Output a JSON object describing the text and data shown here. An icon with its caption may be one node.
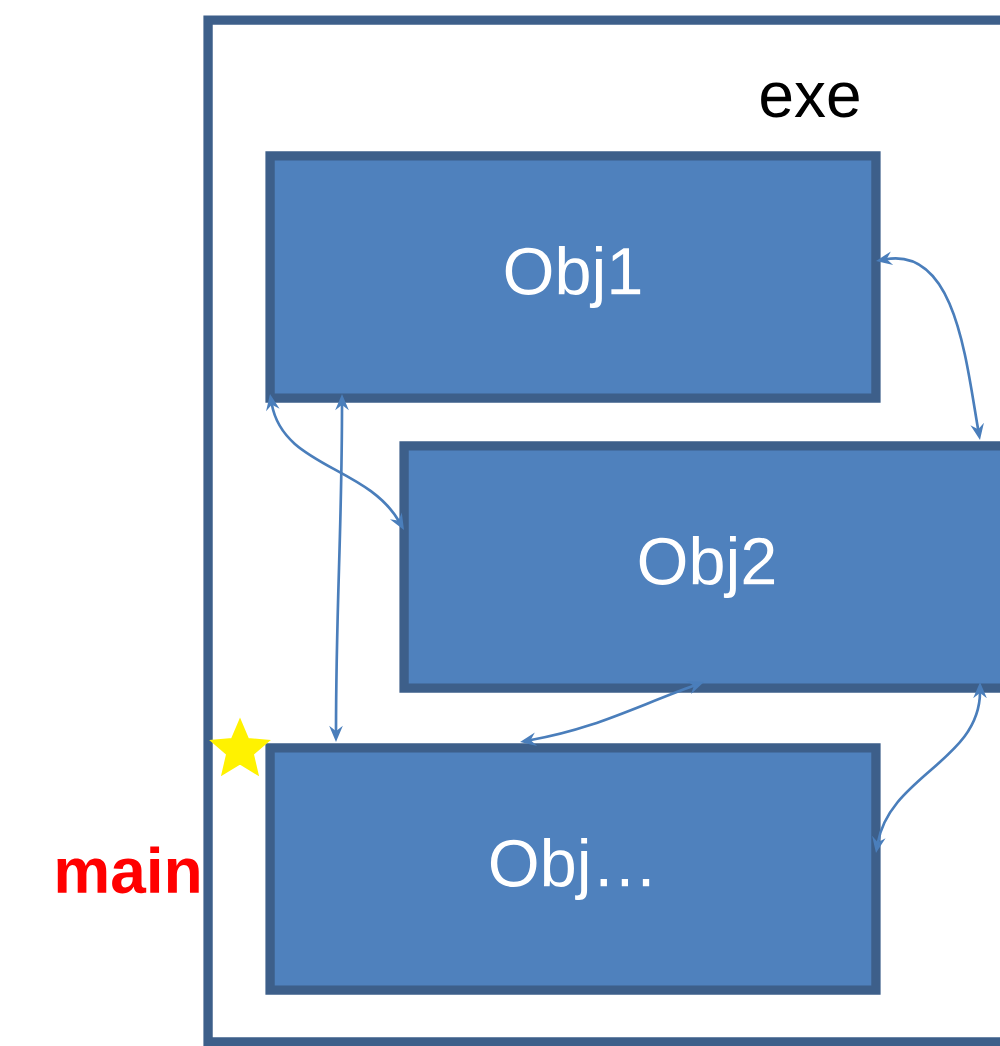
{
  "diagram": {
    "nodes": [
      {
        "text": [
          "exe"
        ]
      },
      {
        "text": [
          "Obj1"
        ],
        "in": 0
      },
      {
        "text": [
          "Obj2"
        ],
        "in": 0
      },
      {
        "text": [
          "Obj…"
        ],
        "in": 0
      }
    ],
    "edges": [
      {
        "from": 1,
        "to": 2,
        "arrow": "both"
      },
      {
        "from": 1,
        "to": 2,
        "arrow": "both"
      },
      {
        "from": 1,
        "to": 3,
        "arrow": "both"
      },
      {
        "from": 2,
        "to": 3,
        "arrow": "both"
      },
      {
        "from": 2,
        "to": 3,
        "arrow": "both"
      }
    ],
    "labels": [
      "main"
    ]
  }
}
